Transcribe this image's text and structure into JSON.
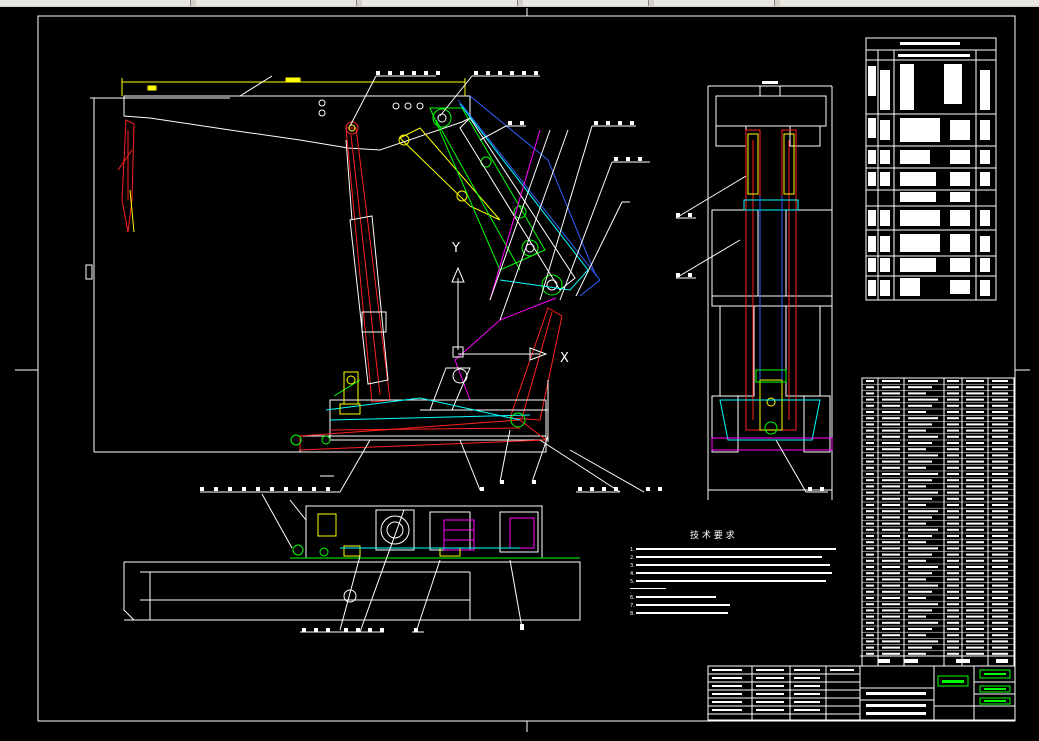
{
  "drawing": {
    "axis_x_label": "X",
    "axis_y_label": "Y",
    "tech_title": "技 术 要 求",
    "tech_lines": [
      "1.",
      "2.",
      "3.",
      "4.",
      "5.",
      "6.",
      "7.",
      "8."
    ]
  },
  "colors": {
    "background": "#000000",
    "frame": "#ffffff",
    "red": "#ff2020",
    "yellow": "#ffff00",
    "green": "#00ff00",
    "cyan": "#00ffff",
    "magenta": "#ff00ff",
    "blue": "#3060ff"
  }
}
